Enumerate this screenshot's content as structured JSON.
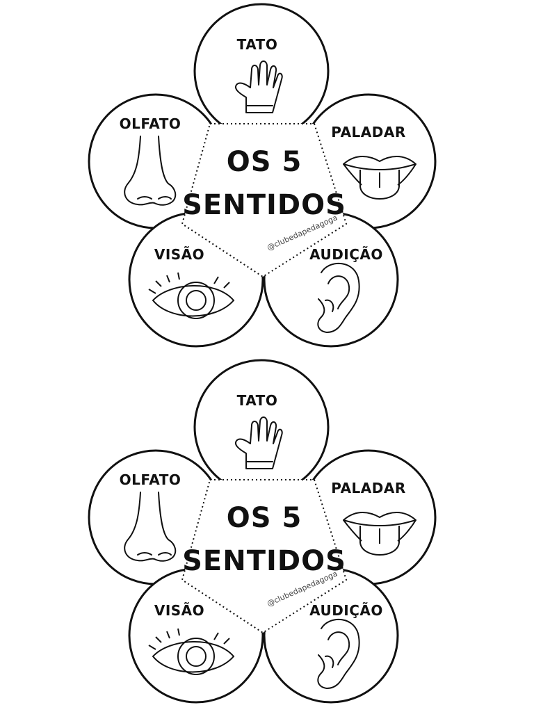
{
  "flowers": [
    {
      "title_line1": "OS 5",
      "title_line2": "SENTIDOS",
      "credit": "@clubedapedagoga",
      "senses": {
        "tato": {
          "label": "TATO",
          "icon": "hand-icon"
        },
        "olfato": {
          "label": "OLFATO",
          "icon": "nose-icon"
        },
        "paladar": {
          "label": "PALADAR",
          "icon": "mouth-tongue-icon"
        },
        "visao": {
          "label": "VISÃO",
          "icon": "eye-icon"
        },
        "audicao": {
          "label": "AUDIÇÃO",
          "icon": "ear-icon"
        }
      }
    },
    {
      "title_line1": "OS 5",
      "title_line2": "SENTIDOS",
      "credit": "@clubedapedagoga",
      "senses": {
        "tato": {
          "label": "TATO",
          "icon": "hand-icon"
        },
        "olfato": {
          "label": "OLFATO",
          "icon": "nose-icon"
        },
        "paladar": {
          "label": "PALADAR",
          "icon": "mouth-tongue-icon"
        },
        "visao": {
          "label": "VISÃO",
          "icon": "eye-icon"
        },
        "audicao": {
          "label": "AUDIÇÃO",
          "icon": "ear-icon"
        }
      }
    }
  ],
  "colors": {
    "ink": "#111111",
    "paper": "#ffffff"
  }
}
